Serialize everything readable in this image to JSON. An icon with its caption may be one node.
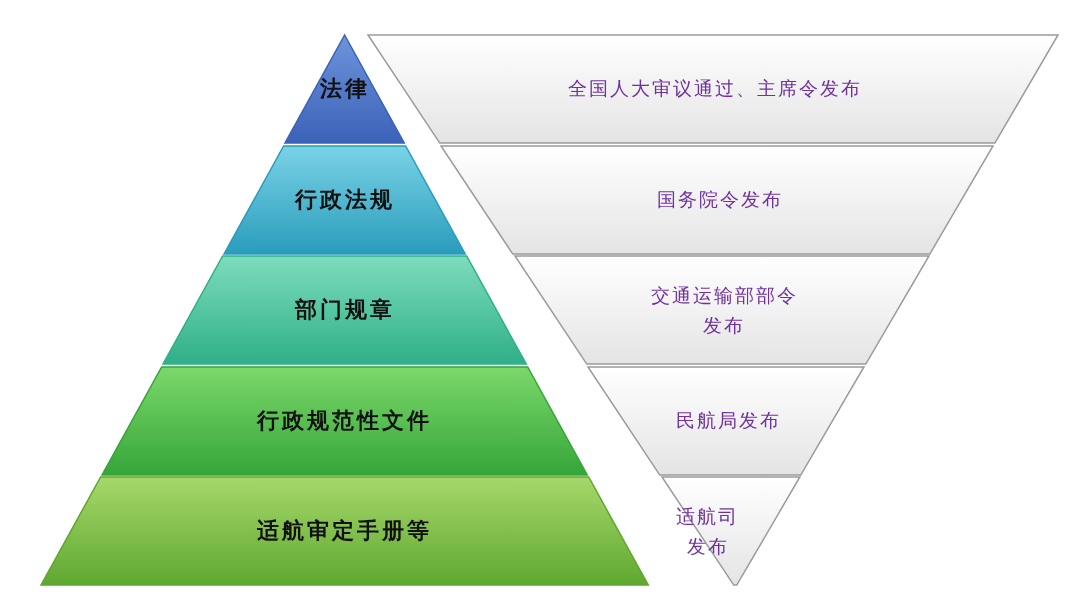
{
  "diagram": {
    "nodes": [
      {
        "text": [
          "法律"
        ]
      },
      {
        "text": [
          "全国人大审议通过、主席令发布"
        ]
      },
      {
        "text": [
          "行政法规"
        ]
      },
      {
        "text": [
          "国务院令发布"
        ]
      },
      {
        "text": [
          "部门规章"
        ]
      },
      {
        "text": [
          "交通运输部部令发布"
        ]
      },
      {
        "text": [
          "行政规范性文件"
        ]
      },
      {
        "text": [
          "民航局发布"
        ]
      },
      {
        "text": [
          "适航审定手册等"
        ]
      },
      {
        "text": [
          "适航司发布"
        ]
      }
    ]
  }
}
